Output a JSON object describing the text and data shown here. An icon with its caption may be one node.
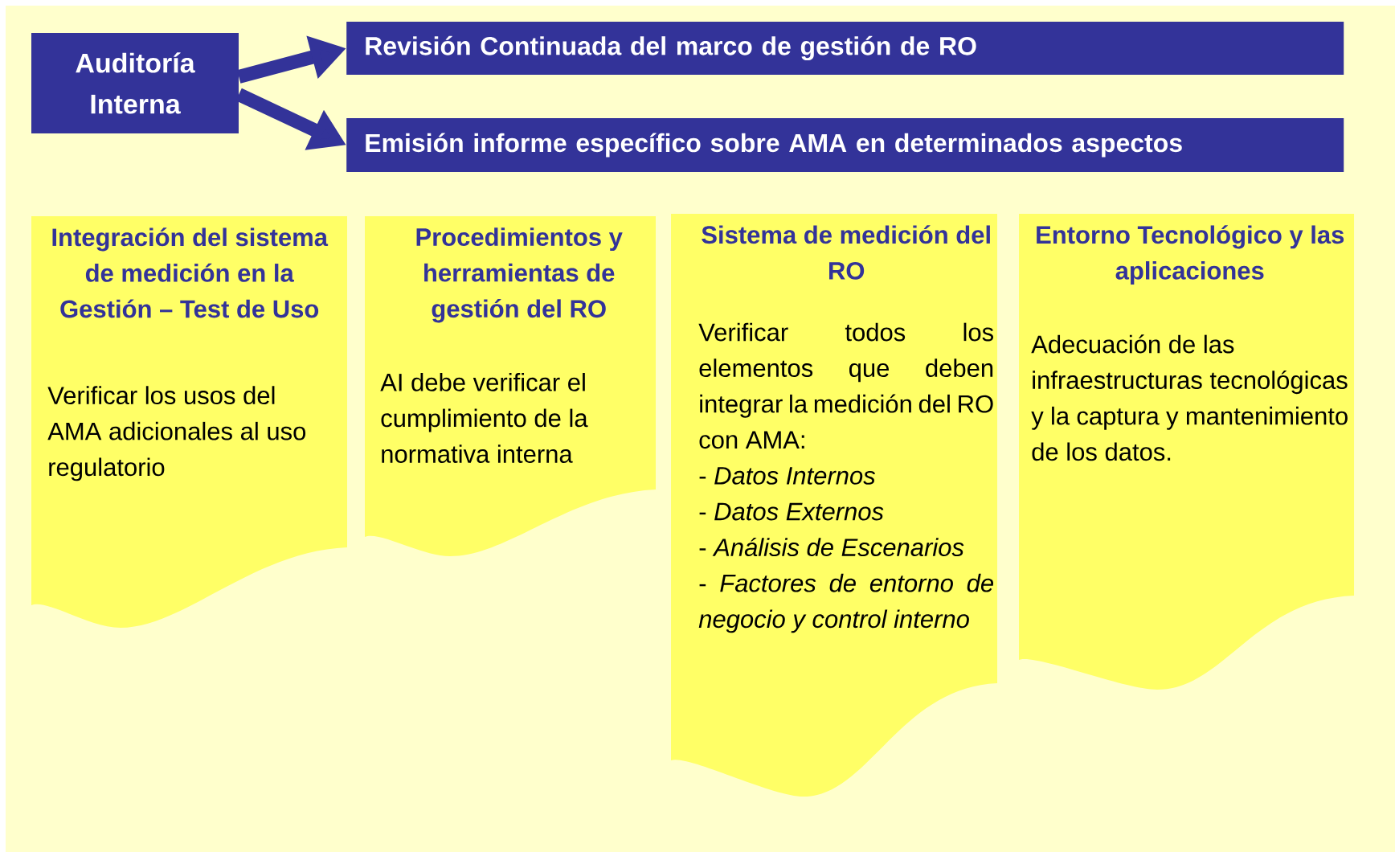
{
  "diagram": {
    "nodes": [
      {
        "text": [
          "Auditoría Interna"
        ]
      },
      {
        "text": [
          "Revisión Continuada del marco de gestión de RO"
        ]
      },
      {
        "text": [
          "Emisión informe específico sobre AMA en determinados aspectos"
        ]
      },
      {
        "text": [
          "Integración del sistema de medición en la Gestión – Test de Uso",
          "Verificar los usos del AMA adicionales al uso regulatorio"
        ]
      },
      {
        "text": [
          "Procedimientos y herramientas de gestión del RO",
          "AI debe verificar el cumplimiento de la normativa interna"
        ]
      },
      {
        "text": [
          "Sistema de medición del RO",
          "Verificar todos los elementos que deben integrar la medición del RO con AMA:",
          "- *Datos Internos*",
          "- *Datos Externos*",
          "- *Análisis de Escenarios*",
          "- *Factores de entorno de negocio y control interno*"
        ]
      },
      {
        "text": [
          "Entorno Tecnológico y las aplicaciones",
          "Adecuación de las infraestructuras tecnológicas y la captura y mantenimiento de los datos."
        ]
      }
    ],
    "edges": [
      {
        "from": 0,
        "to": 1,
        "arrow": "to"
      },
      {
        "from": 0,
        "to": 2,
        "arrow": "to"
      }
    ]
  }
}
